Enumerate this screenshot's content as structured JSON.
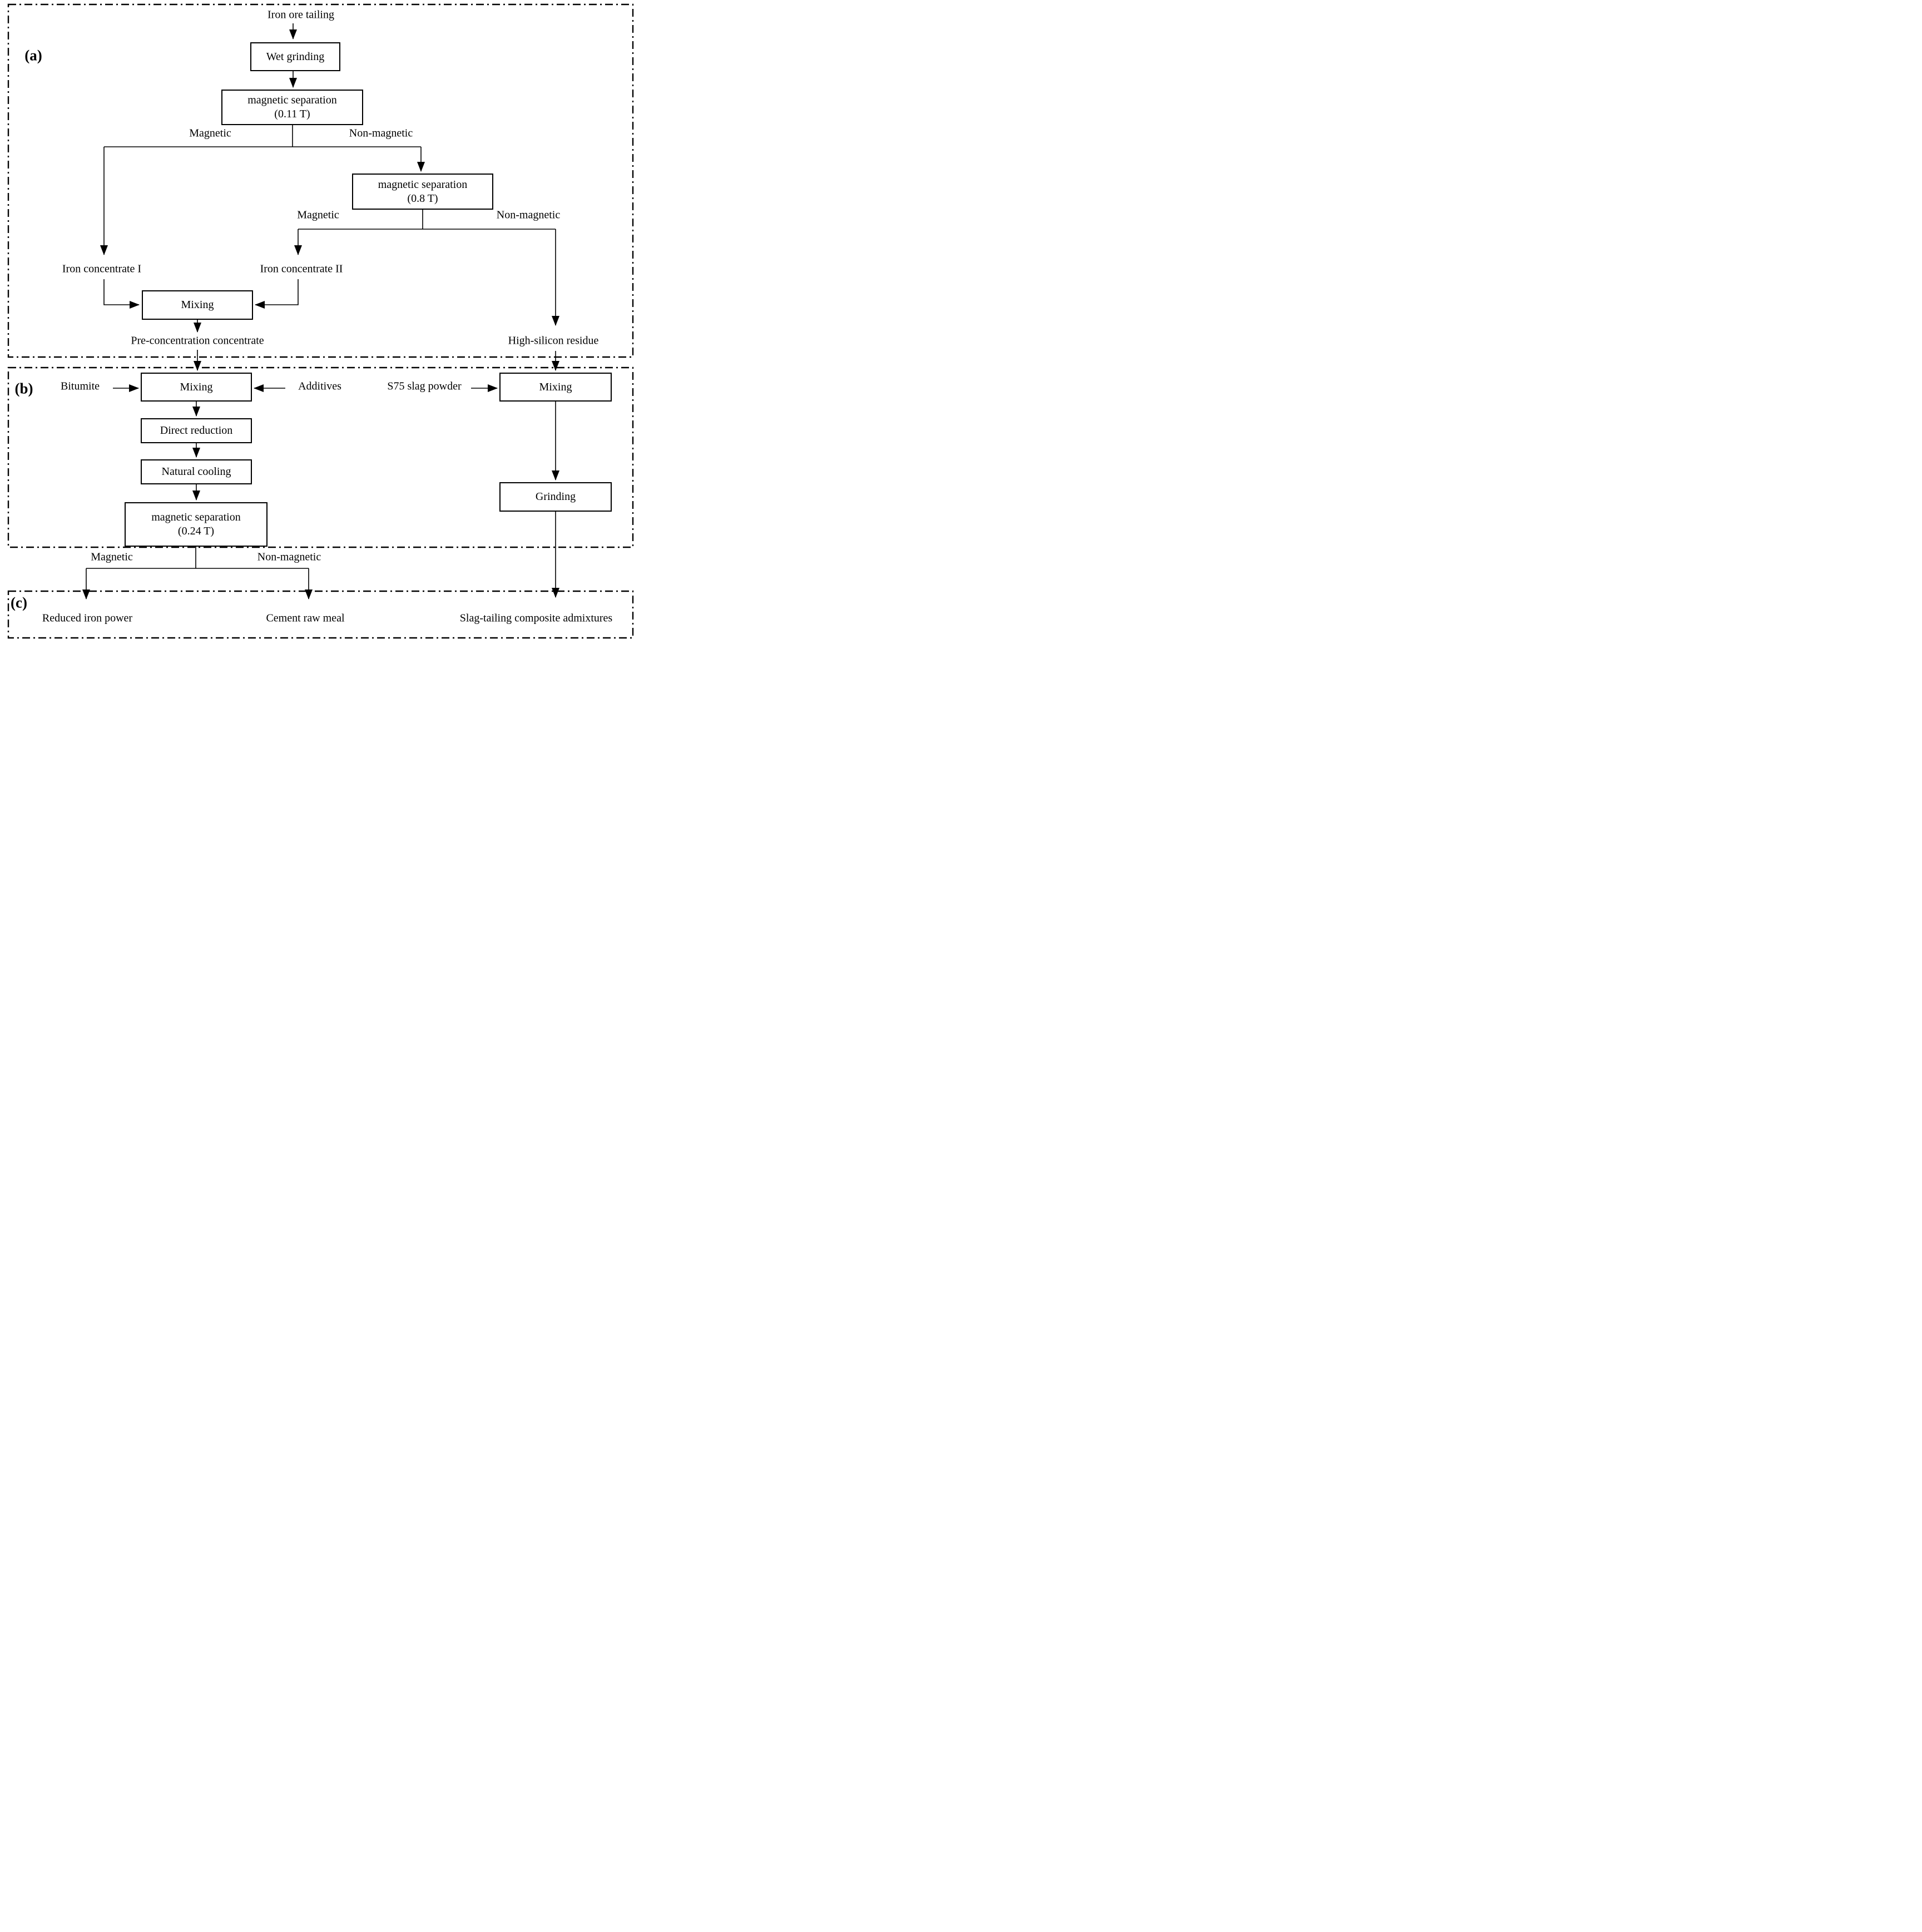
{
  "diagram": {
    "background_color": "#ffffff",
    "line_color": "#000000",
    "sections": {
      "a": {
        "label": "(a)"
      },
      "b": {
        "label": "(b)"
      },
      "c": {
        "label": "(c)"
      }
    },
    "nodes": {
      "iron_ore_tailing": "Iron ore tailing",
      "wet_grinding": "Wet grinding",
      "magnetic_separation_1": {
        "line1": "magnetic separation",
        "line2": "(0.11 T)"
      },
      "magnetic_separation_2": {
        "line1": "magnetic separation",
        "line2": "(0.8 T)"
      },
      "mixing_a": "Mixing",
      "mixing_b_left": "Mixing",
      "direct_reduction": "Direct reduction",
      "natural_cooling": "Natural cooling",
      "magnetic_separation_3": {
        "line1": "magnetic separation",
        "line2": "(0.24 T)"
      },
      "mixing_b_right": "Mixing",
      "grinding": "Grinding"
    },
    "stream_labels": {
      "iron_concentrate_1": "Iron concentrate I",
      "iron_concentrate_2": "Iron concentrate II",
      "pre_concentration_concentrate": "Pre-concentration concentrate",
      "high_silicon_residue": "High-silicon residue",
      "bitumite": "Bitumite",
      "additives": "Additives",
      "s75_slag_powder": "S75 slag powder",
      "reduced_iron_power": "Reduced iron power",
      "cement_raw_meal": "Cement raw meal",
      "slag_tailing_composite_admixtures": "Slag-tailing  composite admixtures"
    },
    "branch_labels": {
      "sep1_magnetic": "Magnetic",
      "sep1_non_magnetic": "Non-magnetic",
      "sep2_magnetic": "Magnetic",
      "sep2_non_magnetic": "Non-magnetic",
      "sep3_magnetic": "Magnetic",
      "sep3_non_magnetic": "Non-magnetic"
    }
  }
}
